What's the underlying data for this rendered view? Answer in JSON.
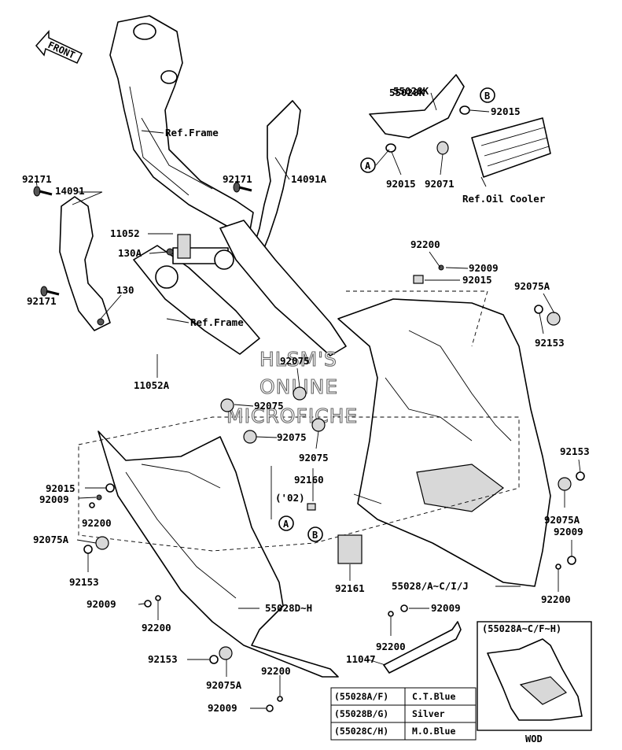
{
  "front_label": "FRONT",
  "watermark": {
    "line1": "HLSM'S",
    "line2": "ONLINE",
    "line3": "MICROFICHE"
  },
  "ref_labels": {
    "frame_upper": "Ref.Frame",
    "frame_lower": "Ref.Frame",
    "oil_cooler": "Ref.Oil Cooler"
  },
  "callouts": {
    "a": "A",
    "b": "B"
  },
  "parts": {
    "p55028K": "55028K",
    "p92015_top": "92015",
    "p92015_a": "92015",
    "p92071": "92071",
    "p92171_l1": "92171",
    "p14091": "14091",
    "p92171_r": "92171",
    "p14091A": "14091A",
    "p11052": "11052",
    "p130A": "130A",
    "p92171_l2": "92171",
    "p130": "130",
    "p11052A": "11052A",
    "p92200_top": "92200",
    "p92009_top": "92009",
    "p92015_mid": "92015",
    "p92075A_top": "92075A",
    "p92153_top": "92153",
    "p92075_1": "92075",
    "p92075_2": "92075",
    "p92075_3": "92075",
    "p92075_4": "92075",
    "p92153_r": "92153",
    "p92160": "92160",
    "p02": "('02)",
    "p92015_l": "92015",
    "p92009_l": "92009",
    "p92200_l": "92200",
    "p92075A_l": "92075A",
    "p92075A_r": "92075A",
    "p92009_r": "92009",
    "p92153_l": "92153",
    "p92161": "92161",
    "p55028A": "55028/A~C/I/J",
    "p92200_r": "92200",
    "p92009_b1": "92009",
    "p55028D": "55028D~H",
    "p92200_b1": "92200",
    "p92200_b2": "92200",
    "p11047": "11047",
    "p92153_b": "92153",
    "p92075A_b": "92075A",
    "p92200_b3": "92200",
    "p92009_b2": "92009"
  },
  "inset": {
    "title": "(55028A~C/F~H)",
    "caption": "WOD"
  },
  "color_table": [
    {
      "code": "(55028A/F)",
      "color": "C.T.Blue"
    },
    {
      "code": "(55028B/G)",
      "color": "Silver"
    },
    {
      "code": "(55028C/H)",
      "color": "M.O.Blue"
    }
  ]
}
